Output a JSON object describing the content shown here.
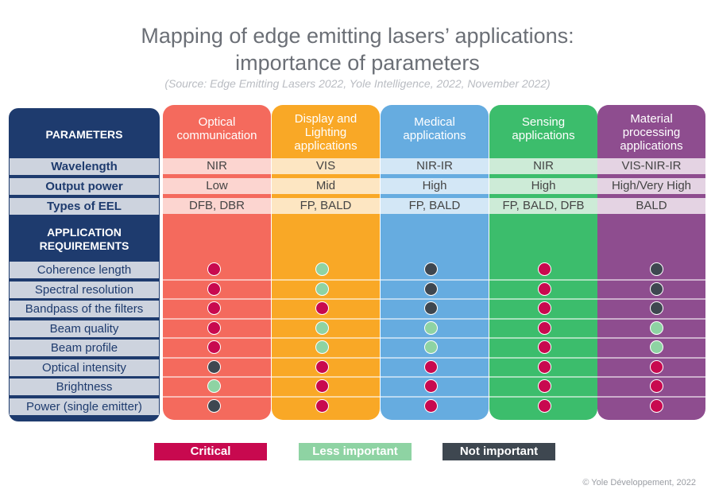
{
  "title_line1": "Mapping of edge emitting lasers’ applications:",
  "title_line2": "importance of parameters",
  "source": "(Source: Edge Emitting Lasers 2022, Yole Intelligence, 2022, November 2022)",
  "copyright": "© Yole Développement, 2022",
  "left": {
    "parameters_header": "PARAMETERS",
    "app_req_line1": "APPLICATION",
    "app_req_line2": "REQUIREMENTS",
    "parameters": [
      "Wavelength",
      "Output power",
      "Types of EEL"
    ],
    "requirements": [
      "Coherence length",
      "Spectral resolution",
      "Bandpass of the filters",
      "Beam quality",
      "Beam profile",
      "Optical intensity",
      "Brightness",
      "Power (single emitter)"
    ]
  },
  "colors": {
    "critical": "#c8094f",
    "less_important": "#8ed3a3",
    "not_important": "#3e4750",
    "navy": "#1e3b6e"
  },
  "columns": [
    {
      "header": [
        "Optical",
        "communication"
      ],
      "color": "#f46a5d",
      "band": "#fcd5d0",
      "params": [
        "NIR",
        "Low",
        "DFB, DBR"
      ],
      "ratings": [
        "critical",
        "critical",
        "critical",
        "critical",
        "critical",
        "not",
        "less",
        "not"
      ]
    },
    {
      "header": [
        "Display and",
        "Lighting",
        "applications"
      ],
      "color": "#f9a826",
      "band": "#fde6c2",
      "params": [
        "VIS",
        "Mid",
        "FP, BALD"
      ],
      "ratings": [
        "less",
        "less",
        "critical",
        "less",
        "less",
        "critical",
        "critical",
        "critical"
      ]
    },
    {
      "header": [
        "Medical",
        "applications"
      ],
      "color": "#66ace0",
      "band": "#d3e7f6",
      "params": [
        "NIR-IR",
        "High",
        "FP, BALD"
      ],
      "ratings": [
        "not",
        "not",
        "not",
        "less",
        "less",
        "critical",
        "critical",
        "critical"
      ]
    },
    {
      "header": [
        "Sensing",
        "applications"
      ],
      "color": "#3cbd6c",
      "band": "#cdebd7",
      "params": [
        "NIR",
        "High",
        "FP, BALD, DFB"
      ],
      "ratings": [
        "critical",
        "critical",
        "critical",
        "critical",
        "critical",
        "critical",
        "critical",
        "critical"
      ]
    },
    {
      "header": [
        "Material",
        "processing",
        "applications"
      ],
      "color": "#8e4d8f",
      "band": "#e4d3e3",
      "params": [
        "VIS-NIR-IR",
        "High/Very High",
        "BALD"
      ],
      "ratings": [
        "not",
        "not",
        "not",
        "less",
        "less",
        "critical",
        "critical",
        "critical"
      ]
    }
  ],
  "legend": [
    {
      "label": "Critical",
      "key": "critical"
    },
    {
      "label": "Less important",
      "key": "less"
    },
    {
      "label": "Not important",
      "key": "not"
    }
  ]
}
